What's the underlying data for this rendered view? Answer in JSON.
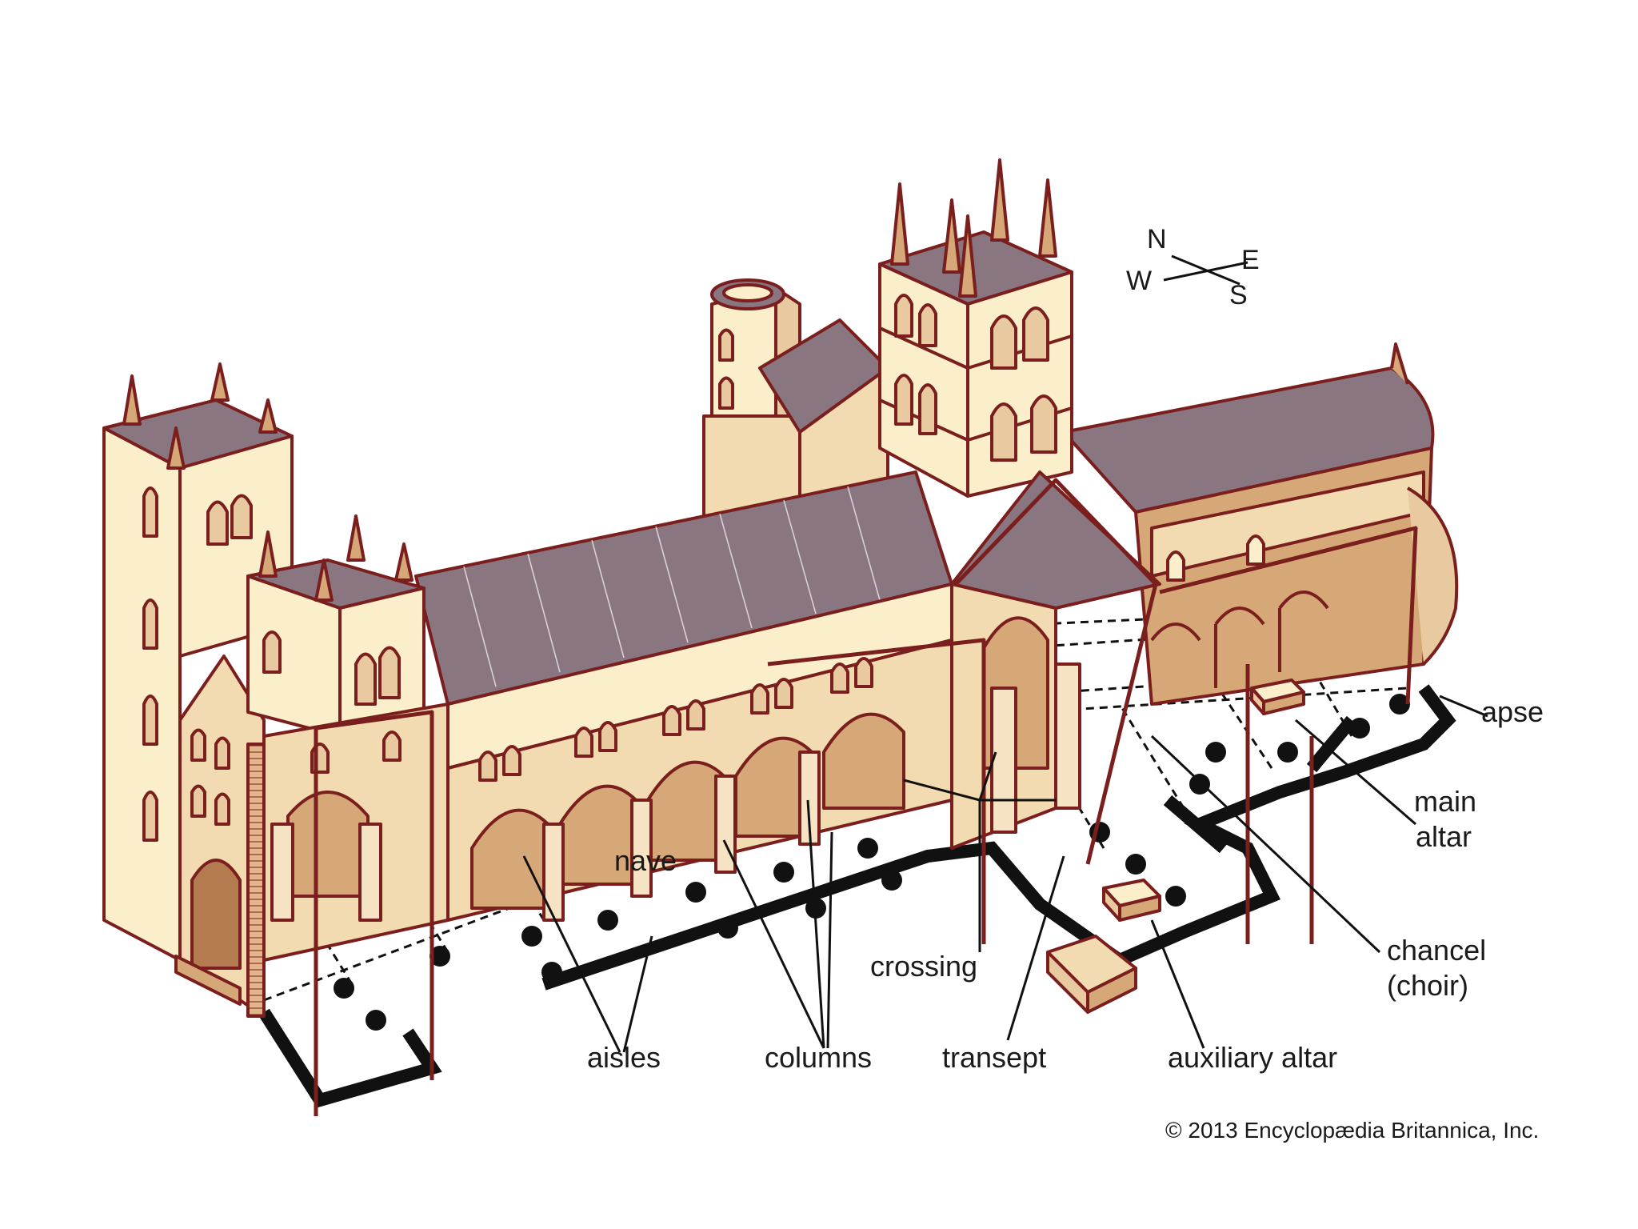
{
  "labels": {
    "nave": "nave",
    "aisles": "aisles",
    "columns": "columns",
    "crossing": "crossing",
    "transept": "transept",
    "auxiliary_altar": "auxiliary altar",
    "apse": "apse",
    "main_altar_line1": "main",
    "main_altar_line2": "altar",
    "chancel_line1": "chancel",
    "chancel_line2": "(choir)"
  },
  "compass": {
    "north": "N",
    "east": "E",
    "south": "S",
    "west": "W"
  },
  "credit": "© 2013 Encyclopædia Britannica, Inc.",
  "colors": {
    "wall_light": "#fbeecb",
    "wall_shade": "#e8c9a0",
    "wall_dark": "#d6a878",
    "roof": "#8a7680",
    "roof_dark": "#6f5c66",
    "outline": "#7a1e1e",
    "plan_line": "#111111"
  }
}
